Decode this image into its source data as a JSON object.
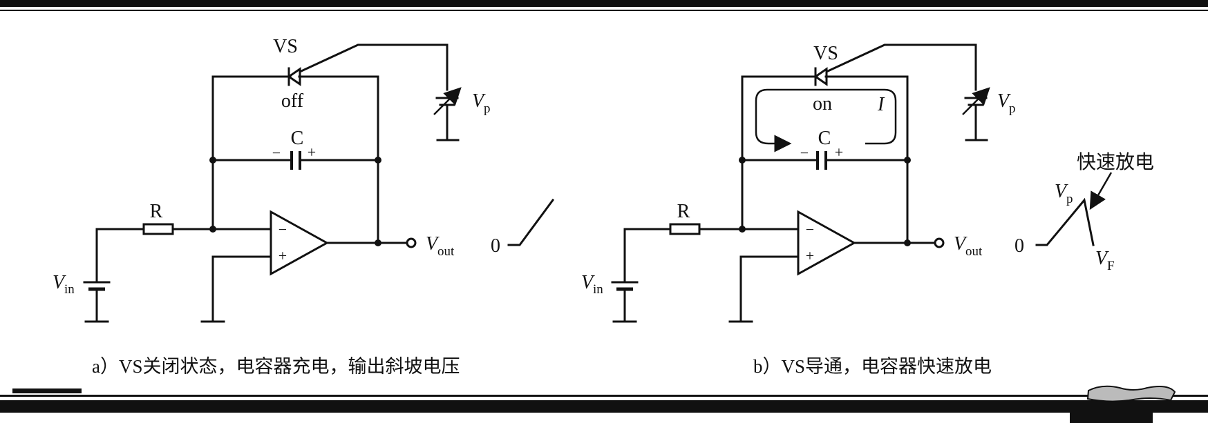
{
  "left": {
    "diode_label": "VS",
    "diode_state": "off",
    "capacitor_label": "C",
    "cap_minus": "−",
    "cap_plus": "+",
    "resistor_label": "R",
    "opamp_minus": "−",
    "opamp_plus": "+",
    "vin_main": "V",
    "vin_sub": "in",
    "vp_main": "V",
    "vp_sub": "p",
    "vout_main": "V",
    "vout_sub": "out",
    "zero": "0",
    "caption": "a）VS关闭状态，电容器充电，输出斜坡电压"
  },
  "right": {
    "diode_label": "VS",
    "diode_state": "on",
    "current_label": "I",
    "capacitor_label": "C",
    "cap_minus": "−",
    "cap_plus": "+",
    "resistor_label": "R",
    "opamp_minus": "−",
    "opamp_plus": "+",
    "vin_main": "V",
    "vin_sub": "in",
    "vp_main": "V",
    "vp_sub": "p",
    "vout_main": "V",
    "vout_sub": "out",
    "zero": "0",
    "wave_vp_main": "V",
    "wave_vp_sub": "p",
    "wave_vf_main": "V",
    "wave_vf_sub": "F",
    "discharge_note": "快速放电",
    "caption": "b）VS导通，电容器快速放电"
  }
}
